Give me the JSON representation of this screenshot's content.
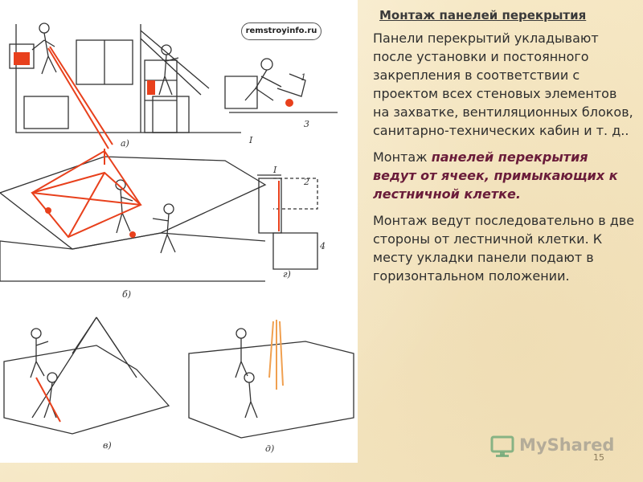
{
  "slide": {
    "title": "Монтаж панелей перекрытия",
    "paragraph1": "Панели перекрытий укладывают после установки и постоянного закрепления в соответствии с проектом всех стеновых элементов на захватке, вентиляционных блоков, санитарно-технических кабин и т. д..",
    "paragraph2_prefix": "Монтаж ",
    "paragraph2_emphasis": "панелей перекрытия ведут от ячеек, примыкающих к лестничной клетке.",
    "paragraph3": "Монтаж ведут последовательно в две стороны от лестничной клетки. К месту укладки панели подают в горизонтальном положении.",
    "page_number": "15"
  },
  "illustration": {
    "watermark": "remstroyinfo.ru",
    "figure_labels": {
      "a": "а)",
      "b": "б)",
      "v": "в)",
      "g": "г)",
      "d": "д)",
      "detail_mark": "I",
      "detail_title": "I"
    },
    "callouts": [
      "1",
      "2",
      "3",
      "4"
    ],
    "accent_color": "#e8401c",
    "line_color": "#333333"
  },
  "footer": {
    "logo_text": "MyShared",
    "logo_icon": "monitor-icon"
  }
}
